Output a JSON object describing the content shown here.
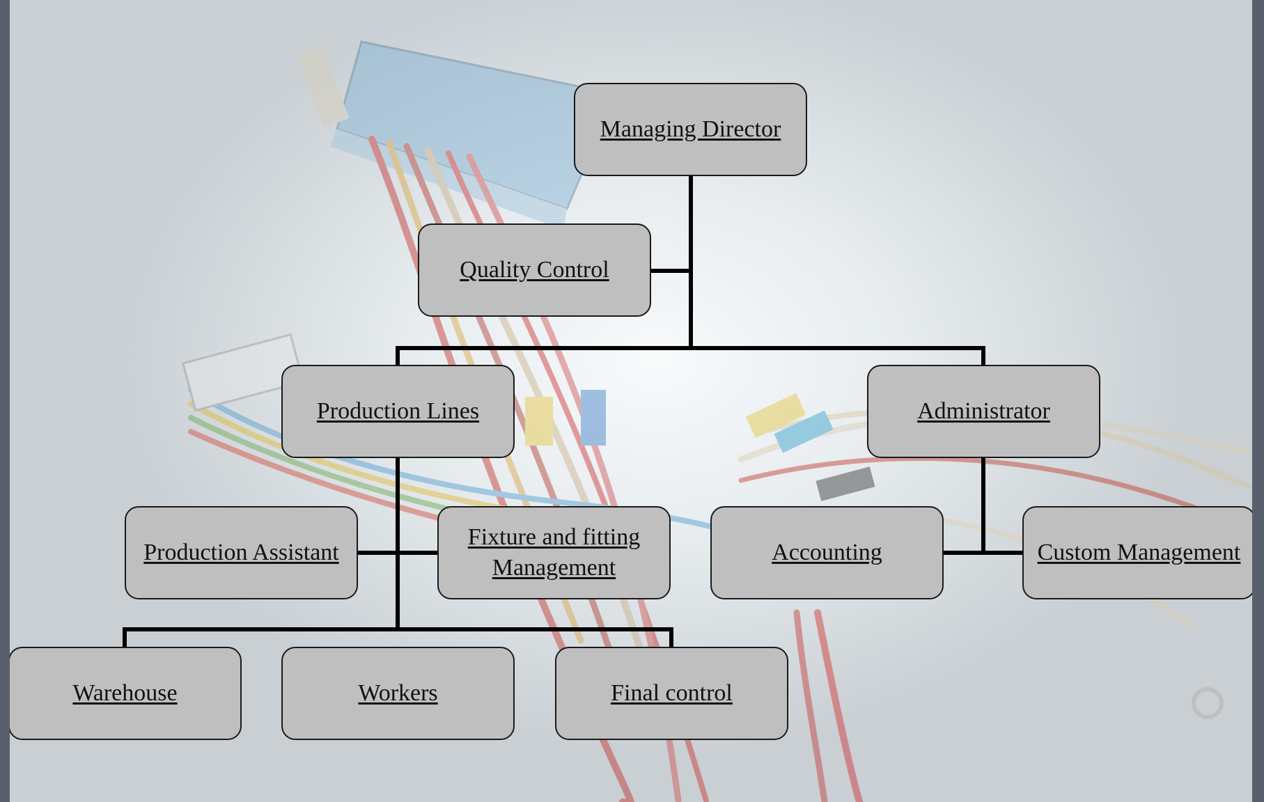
{
  "diagram": {
    "nodes": {
      "managing_director": "Managing Director",
      "quality_control": "Quality Control",
      "production_lines": "Production Lines",
      "administrator": "Administrator",
      "production_assistant": "Production Assistant",
      "fixture_fitting": "Fixture and fitting\nManagement",
      "accounting": "Accounting",
      "custom_management": "Custom Management",
      "warehouse": "Warehouse",
      "workers": "Workers",
      "final_control": "Final control"
    },
    "edges": [
      [
        "managing_director",
        "quality_control"
      ],
      [
        "managing_director",
        "production_lines"
      ],
      [
        "managing_director",
        "administrator"
      ],
      [
        "production_lines",
        "production_assistant"
      ],
      [
        "production_lines",
        "fixture_fitting"
      ],
      [
        "production_lines",
        "warehouse"
      ],
      [
        "production_lines",
        "workers"
      ],
      [
        "production_lines",
        "final_control"
      ],
      [
        "administrator",
        "accounting"
      ],
      [
        "administrator",
        "custom_management"
      ]
    ]
  },
  "colors": {
    "node_fill": "#bfbfbf",
    "node_border": "#1a1a1a",
    "connector": "#000000",
    "page_border": "#5a5f6e"
  },
  "background_image": {
    "subject": "cable harness with connectors and colored wires",
    "icon": "wire-harness-photo"
  }
}
